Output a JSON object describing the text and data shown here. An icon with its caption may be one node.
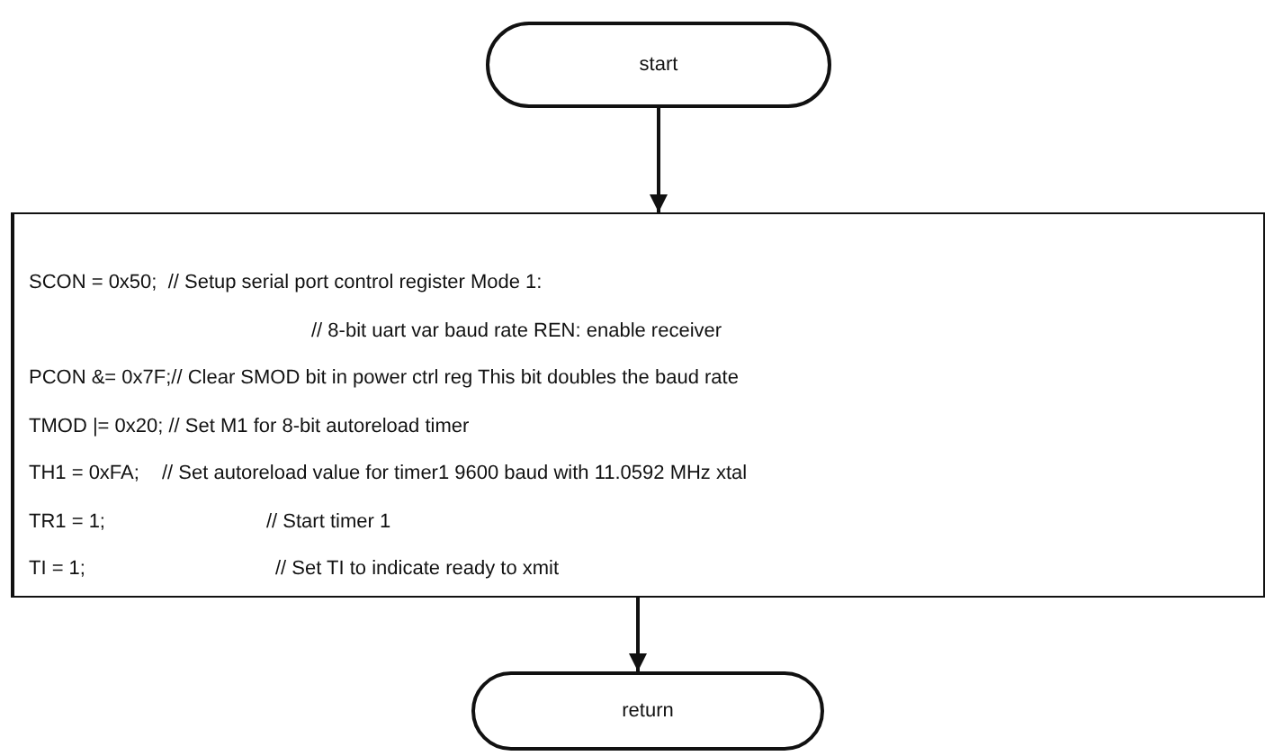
{
  "diagram": {
    "nodes": [
      {
        "text": [
          "start"
        ]
      },
      {
        "text": [
          "SCON = 0x50;  // Setup serial port control register Mode 1:",
          "// 8-bit uart var baud rate REN: enable receiver",
          "PCON &= 0x7F;// Clear SMOD bit in power ctrl reg This bit doubles the baud rate",
          "TMOD |= 0x20; // Set M1 for 8-bit autoreload timer",
          "TH1 = 0xFA;",
          "// Set autoreload value for timer1 9600 baud with 11.0592 MHz xtal",
          "TR1 = 1;",
          "// Start timer 1",
          "TI = 1;",
          "// Set TI to indicate ready to xmit"
        ]
      },
      {
        "text": [
          "return"
        ]
      }
    ],
    "edges": [
      {
        "from": 0,
        "to": 1,
        "arrow": "to"
      },
      {
        "from": 1,
        "to": 2,
        "arrow": "to"
      }
    ]
  }
}
